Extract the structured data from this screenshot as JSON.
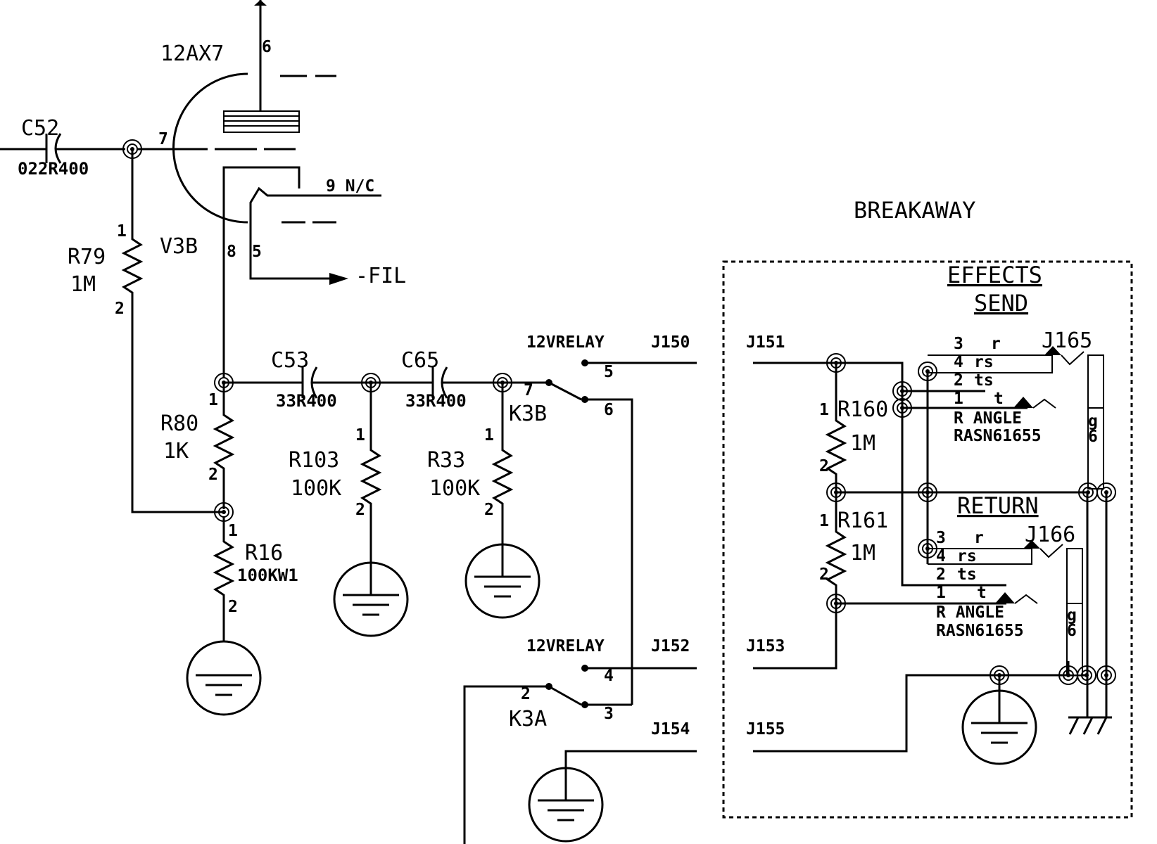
{
  "tube": {
    "type": "12AX7",
    "ref": "V3B",
    "pin_plate": "6",
    "pin_grid": "7",
    "pin_cathode": "8",
    "pin_heater": "5",
    "nc_label": "9 N/C",
    "fil_label": "-FIL"
  },
  "components": {
    "c52": {
      "ref": "C52",
      "value": "022R400"
    },
    "c53": {
      "ref": "C53",
      "value": "33R400"
    },
    "c65": {
      "ref": "C65",
      "value": "33R400"
    },
    "r79": {
      "ref": "R79",
      "value": "1M",
      "pin1": "1",
      "pin2": "2"
    },
    "r80": {
      "ref": "R80",
      "value": "1K",
      "pin1": "1",
      "pin2": "2"
    },
    "r16": {
      "ref": "R16",
      "value": "100KW1",
      "pin1": "1",
      "pin2": "2"
    },
    "r103": {
      "ref": "R103",
      "value": "100K",
      "pin1": "1",
      "pin2": "2"
    },
    "r33": {
      "ref": "R33",
      "value": "100K",
      "pin1": "1",
      "pin2": "2"
    },
    "r160": {
      "ref": "R160",
      "value": "1M",
      "pin1": "1",
      "pin2": "2"
    },
    "r161": {
      "ref": "R161",
      "value": "1M",
      "pin1": "1",
      "pin2": "2"
    }
  },
  "relays": {
    "k3b": {
      "ref": "K3B",
      "type": "12VRELAY",
      "pin_common": "7",
      "pin_a": "5",
      "pin_b": "6"
    },
    "k3a": {
      "ref": "K3A",
      "type": "12VRELAY",
      "pin_common": "2",
      "pin_a": "4",
      "pin_b": "3"
    }
  },
  "connectors": {
    "j150": "J150",
    "j151": "J151",
    "j152": "J152",
    "j153": "J153",
    "j154": "J154",
    "j155": "J155"
  },
  "breakaway": {
    "title": "BREAKAWAY",
    "send_title_1": "EFFECTS",
    "send_title_2": "SEND",
    "return_title": "RETURN",
    "jack_send": {
      "ref": "J165",
      "p3": "3",
      "p3n": "r",
      "p4": "4",
      "p4n": "rs",
      "p2": "2",
      "p2n": "ts",
      "p1": "1",
      "p1n": "t",
      "angle": "R ANGLE",
      "part": "RASN61655",
      "g": "g",
      "six": "6"
    },
    "jack_return": {
      "ref": "J166",
      "p3": "3",
      "p3n": "r",
      "p4": "4",
      "p4n": "rs",
      "p2": "2",
      "p2n": "ts",
      "p1": "1",
      "p1n": "t",
      "angle": "R ANGLE",
      "part": "RASN61655",
      "g": "g",
      "six": "6"
    }
  }
}
